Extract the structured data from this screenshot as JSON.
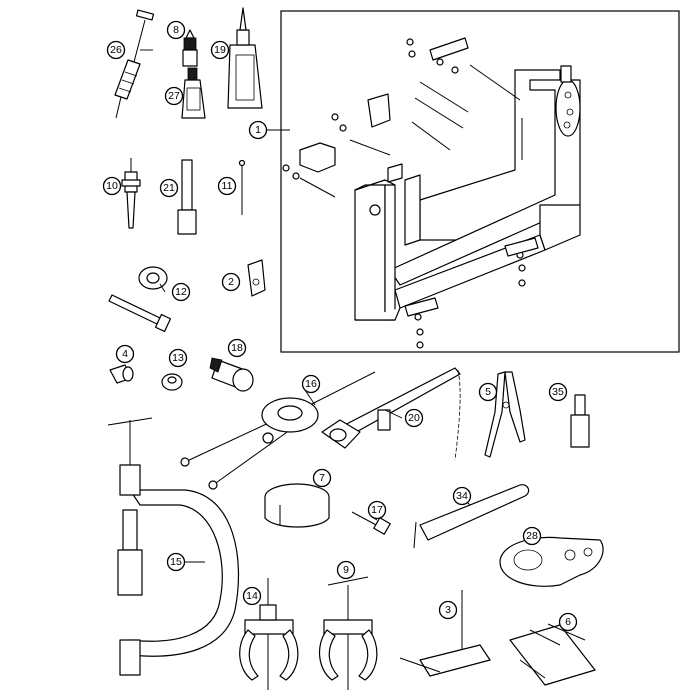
{
  "labels": {
    "n1": "1",
    "n2": "2",
    "n3": "3",
    "n4": "4",
    "n5": "5",
    "n6": "6",
    "n7": "7",
    "n8": "8",
    "n9": "9",
    "n10": "10",
    "n11": "11",
    "n12": "12",
    "n13": "13",
    "n14": "14",
    "n15": "15",
    "n16": "16",
    "n17": "17",
    "n18": "18",
    "n19": "19",
    "n20": "20",
    "n21": "21",
    "n26": "26",
    "n27": "27",
    "n28": "28",
    "n34": "34",
    "n35": "35"
  },
  "colors": {
    "line": "#000000",
    "background": "#ffffff",
    "fill": "#ffffff",
    "shade": "#cfcfcf"
  }
}
